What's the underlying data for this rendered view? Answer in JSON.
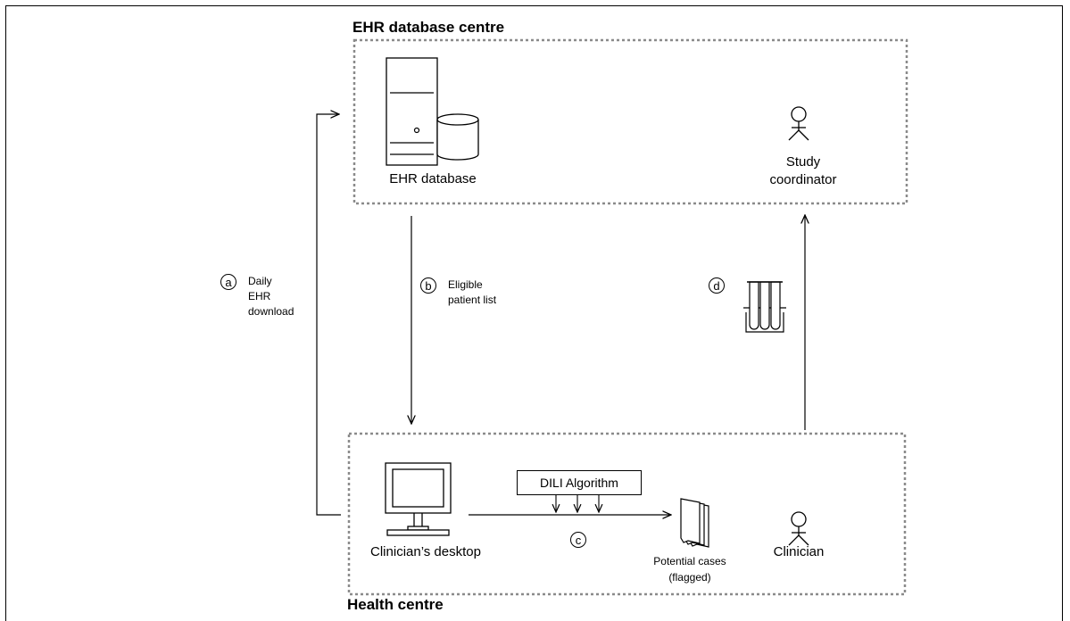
{
  "top_section": {
    "title": "EHR database centre"
  },
  "bottom_section": {
    "title": "Health centre"
  },
  "ehr_database": {
    "label": "EHR database"
  },
  "study_coordinator": {
    "label_line1": "Study",
    "label_line2": "coordinator"
  },
  "clinician_desktop": {
    "label": "Clinician’s desktop"
  },
  "clinician": {
    "label": "Clinician"
  },
  "algorithm": {
    "label": "DILI Algorithm"
  },
  "potential_cases": {
    "label_line1": "Potential cases",
    "label_line2": "(flagged)"
  },
  "steps": {
    "a": {
      "marker": "a",
      "line1": "Daily",
      "line2": "EHR",
      "line3": "download"
    },
    "b": {
      "marker": "b",
      "line1": "Eligible",
      "line2": "patient list"
    },
    "c": {
      "marker": "c"
    },
    "d": {
      "marker": "d"
    }
  }
}
